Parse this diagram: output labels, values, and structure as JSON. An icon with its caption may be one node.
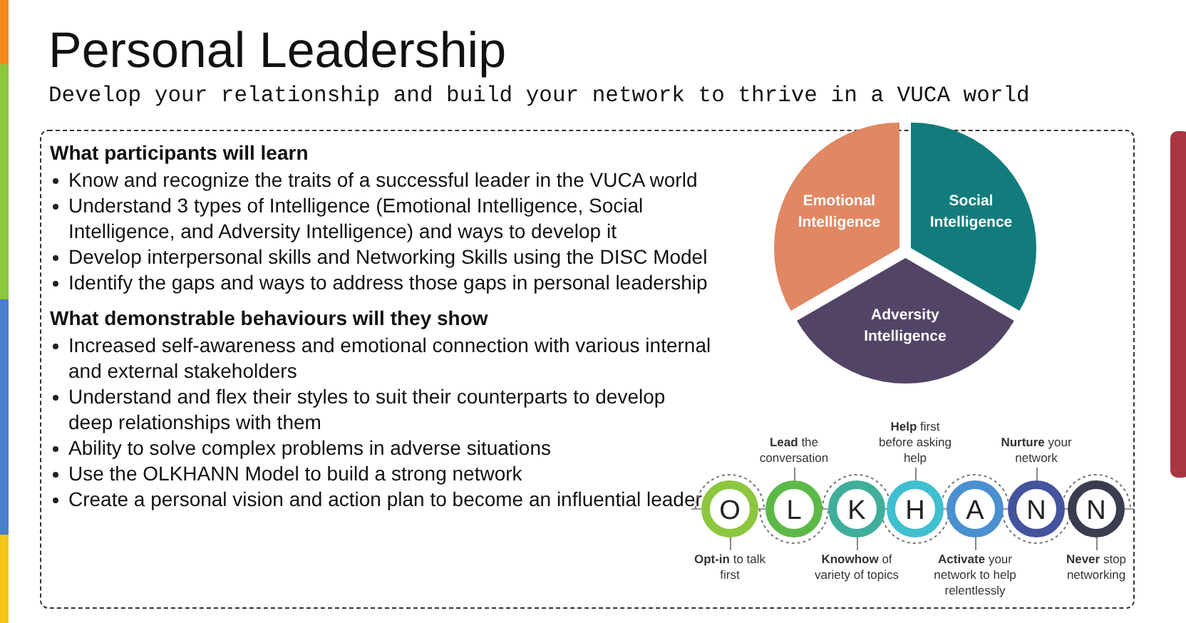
{
  "diagram": {
    "title": "Personal Leadership",
    "caption": "Develop your relationship and build your network to thrive in a VUCA world",
    "nodes": [
      {
        "text": [
          "What participants will learn",
          "Know and recognize the traits of a successful leader in the VUCA world",
          "Understand 3 types of Intelligence (Emotional Intelligence, Social Intelligence, and Adversity Intelligence) and ways to develop it",
          "Develop interpersonal skills and Networking Skills using the DISC Model",
          "Identify the gaps and ways to address those gaps in personal leadership",
          "What demonstrable behaviours will they show",
          "Increased self-awareness and emotional connection with various internal and external stakeholders",
          "Understand and flex their styles to suit their counterparts to develop deep relationships with them",
          "Ability to solve complex problems in adverse situations",
          "Use the OLKHANN Model to build a strong network",
          "Create a personal vision and action plan to become an influential leader"
        ]
      },
      {
        "text": [
          "Emotional Intelligence"
        ],
        "in": 0
      },
      {
        "text": [
          "Social Intelligence"
        ],
        "in": 0
      },
      {
        "text": [
          "Adversity Intelligence"
        ],
        "in": 0
      },
      {
        "text": [
          "O"
        ],
        "in": 0,
        "beside": [
          "**Opt-in** to talk first"
        ]
      },
      {
        "text": [
          "L"
        ],
        "in": 0,
        "beside": [
          "**Lead** the conversation"
        ]
      },
      {
        "text": [
          "K"
        ],
        "in": 0,
        "beside": [
          "**Knowhow** of variety of topics"
        ]
      },
      {
        "text": [
          "H"
        ],
        "in": 0,
        "beside": [
          "**Help** first before asking help"
        ]
      },
      {
        "text": [
          "A"
        ],
        "in": 0,
        "beside": [
          "**Activate** your network to help relentlessly"
        ]
      },
      {
        "text": [
          "N"
        ],
        "in": 0,
        "beside": [
          "**Nurture** your network"
        ]
      },
      {
        "text": [
          "N"
        ],
        "in": 0,
        "beside": [
          "**Never** stop networking"
        ]
      }
    ],
    "edges": []
  }
}
